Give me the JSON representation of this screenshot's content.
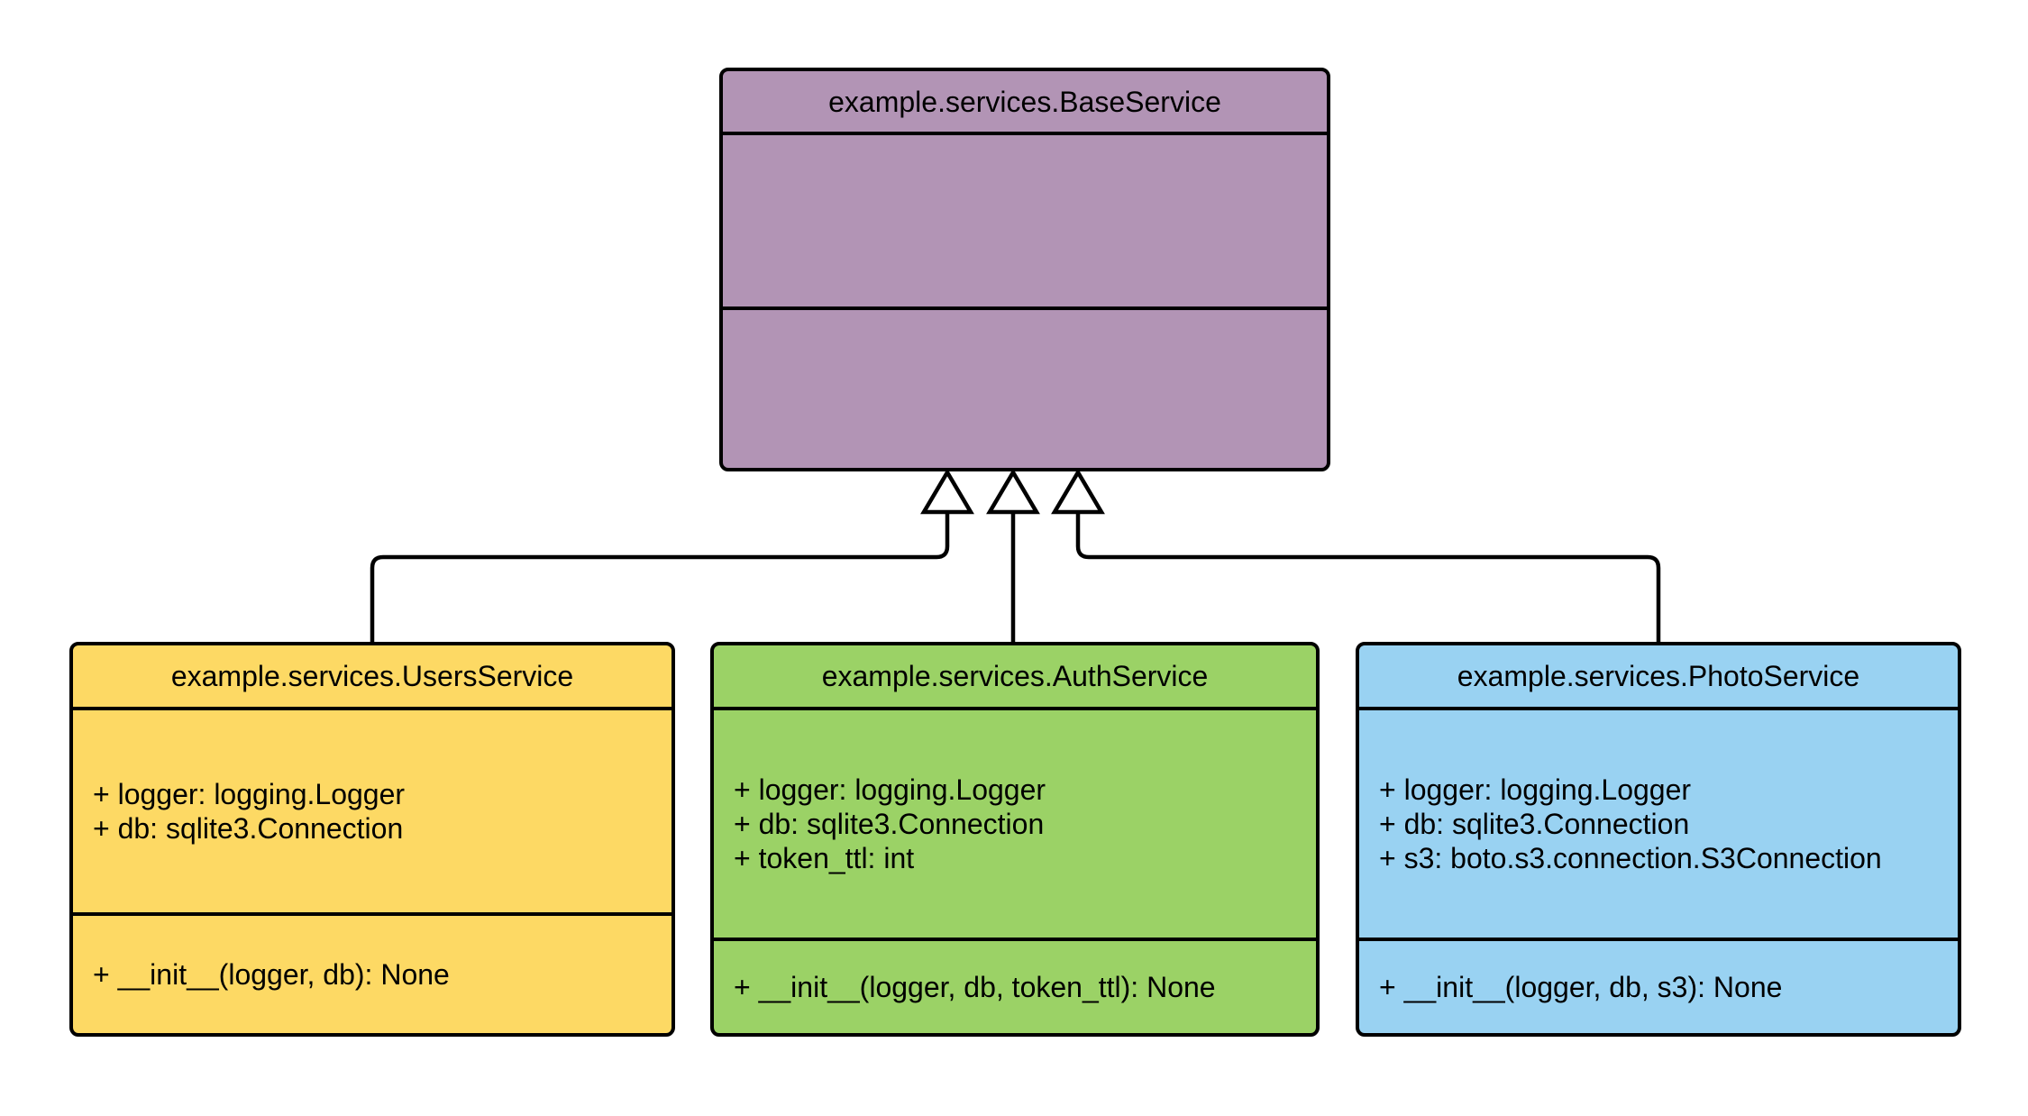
{
  "diagram": {
    "type": "uml-class-diagram",
    "background_color": "#ffffff",
    "stroke_color": "#000000",
    "classes": [
      {
        "name": "example.services.BaseService",
        "fill": "#B294B5",
        "attributes": [],
        "methods": []
      },
      {
        "name": "example.services.UsersService",
        "fill": "#FDD964",
        "attributes": [
          "+ logger: logging.Logger",
          "+ db: sqlite3.Connection"
        ],
        "methods": [
          "+ __init__(logger, db): None"
        ]
      },
      {
        "name": "example.services.AuthService",
        "fill": "#9BD266",
        "attributes": [
          "+ logger: logging.Logger",
          "+ db: sqlite3.Connection",
          "+ token_ttl: int"
        ],
        "methods": [
          "+ __init__(logger, db, token_ttl): None"
        ]
      },
      {
        "name": "example.services.PhotoService",
        "fill": "#99D2F2",
        "attributes": [
          "+ logger: logging.Logger",
          "+ db: sqlite3.Connection",
          "+ s3: boto.s3.connection.S3Connection"
        ],
        "methods": [
          "+ __init__(logger, db, s3): None"
        ]
      }
    ],
    "relations": [
      {
        "type": "inheritance",
        "from": "example.services.UsersService",
        "to": "example.services.BaseService"
      },
      {
        "type": "inheritance",
        "from": "example.services.AuthService",
        "to": "example.services.BaseService"
      },
      {
        "type": "inheritance",
        "from": "example.services.PhotoService",
        "to": "example.services.BaseService"
      }
    ]
  }
}
